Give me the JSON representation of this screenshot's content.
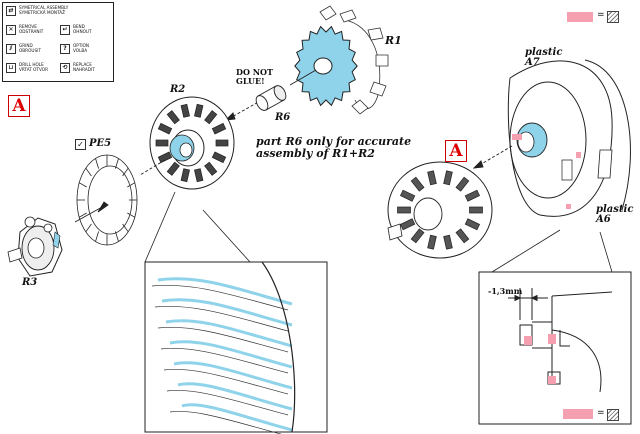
{
  "legend": {
    "items": [
      {
        "icon": "symmetrical-assembly-icon",
        "text": "SYMETRICAL ASSEMBLY\nSYMETRICKÁ MONTÁŽ"
      },
      {
        "icon": "remove-icon",
        "text": "REMOVE\nODSTRANIT"
      },
      {
        "icon": "bend-icon",
        "text": "BEND\nOHNOUT"
      },
      {
        "icon": "grind-icon",
        "text": "GRIND\nOBROUSIT"
      },
      {
        "icon": "option-icon",
        "text": "OPTION\nVOLBA"
      },
      {
        "icon": "drill-hole-icon",
        "text": "DRILL HOLE\nVRTAT OTVOR"
      },
      {
        "icon": "replace-icon",
        "text": "REPLACE\nNAHRADIT"
      }
    ]
  },
  "labels": {
    "r1": "R1",
    "r2": "R2",
    "r3": "R3",
    "r6": "R6",
    "pe5": "PE5",
    "plastic_a7": "plastic\nA7",
    "plastic_a6": "plastic\nA6",
    "do_not_glue": "DO NOT\nGLUE!",
    "note": "part R6 only for accurate\nassembly of R1+R2",
    "marker_a": "A",
    "dimension": "-1,3mm",
    "check_mark": "✓"
  },
  "colors": {
    "resin_blue": "#8fd3ea",
    "sand_pink": "#f4a0b0",
    "marker_red": "#d00000",
    "line": "#222222"
  }
}
